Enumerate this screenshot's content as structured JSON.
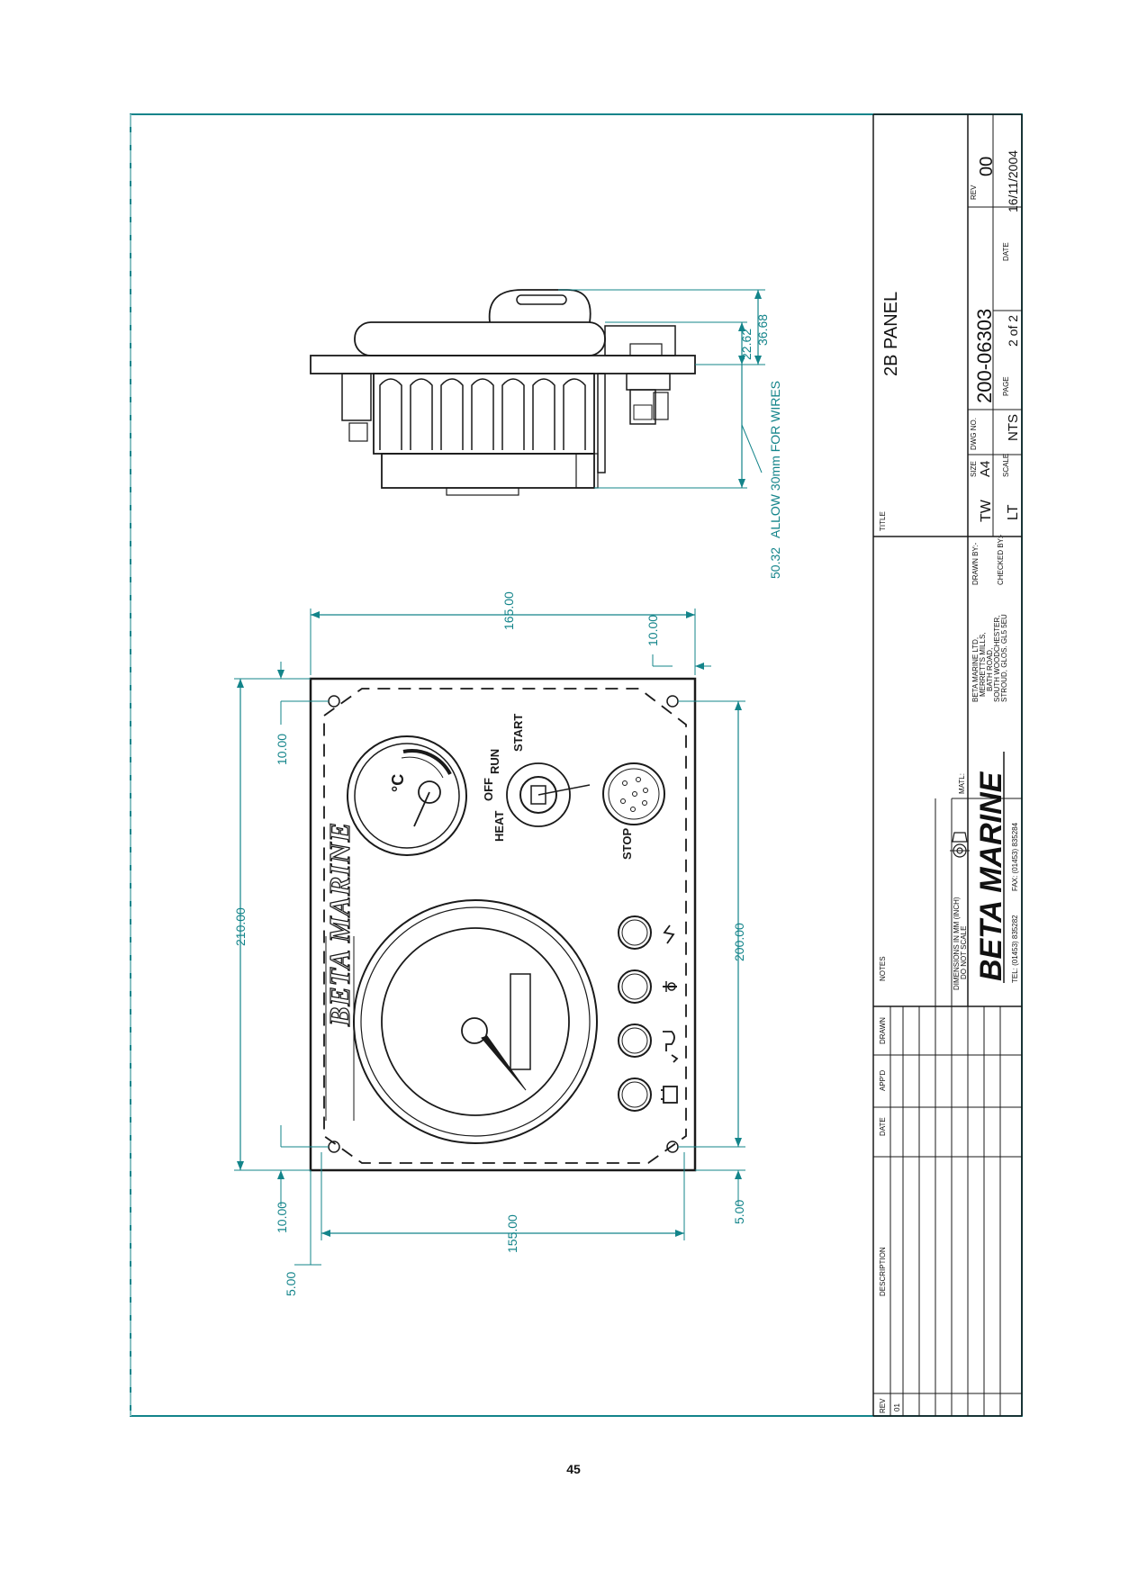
{
  "colors": {
    "frame": "#13848a",
    "line": "#1a1a1a",
    "dimension": "#13848a"
  },
  "front_view": {
    "dimensions": {
      "width_overall": "165.00",
      "width_holes": "155.00",
      "height_overall": "210.00",
      "height_holes": "200.00",
      "top_offset": "10.00",
      "bottom_offset": "10.00",
      "left_edge_offset": "5.00",
      "right_edge_offset": "5.00",
      "right_top_offset": "10.00"
    },
    "brand_label": "BETA MARINE",
    "key_positions": [
      "HEAT",
      "OFF",
      "RUN",
      "START"
    ],
    "stop_label": "STOP",
    "temp_gauge_label": "°C",
    "warning_lamp_icons": [
      "battery-icon",
      "oil-can-icon",
      "temperature-icon",
      "lightning-icon"
    ]
  },
  "side_view": {
    "dimensions": {
      "depth_front": "22.62",
      "depth_total": "36.68",
      "depth_body": "50.32"
    },
    "note": "ALLOW 30mm FOR WIRES"
  },
  "title_block": {
    "rev_header": "REV",
    "rev_value": "01",
    "description_header": "DESCRIPTION",
    "date_header": "DATE",
    "appd_header": "APP'D",
    "drawn_header": "DRAWN",
    "notes_label": "NOTES",
    "dimensions_note_1": "DIMENSIONS IN MM (INCH)",
    "dimensions_note_2": "DO NOT SCALE",
    "matl_label": "MATL:",
    "company_logo": "BETA MARINE",
    "tel": "TEL: (01453) 835282",
    "fax": "FAX: (01453) 835284",
    "address": [
      "BETA MARINE LTD,",
      "MERRETTS MILLS,",
      "BATH ROAD,",
      "SOUTH WOODCHESTER,",
      "STROUD, GLOS. GL5 5EU"
    ],
    "title_label": "TITLE",
    "title_value": "2B PANEL",
    "drawn_by_label": "DRAWN BY:-",
    "drawn_by_value": "TW",
    "checked_by_label": "CHECKED BY:-",
    "checked_by_value": "LT",
    "size_label": "SIZE",
    "size_value": "A4",
    "scale_label": "SCALE",
    "scale_value": "NTS",
    "dwg_no_label": "DWG NO.",
    "dwg_no_value": "200-06303",
    "page_label": "PAGE",
    "page_value": "2 of 2",
    "date_label": "DATE",
    "date_value": "16/11/2004",
    "rev_label": "REV",
    "rev_block_value": "00"
  },
  "page_number": "45"
}
